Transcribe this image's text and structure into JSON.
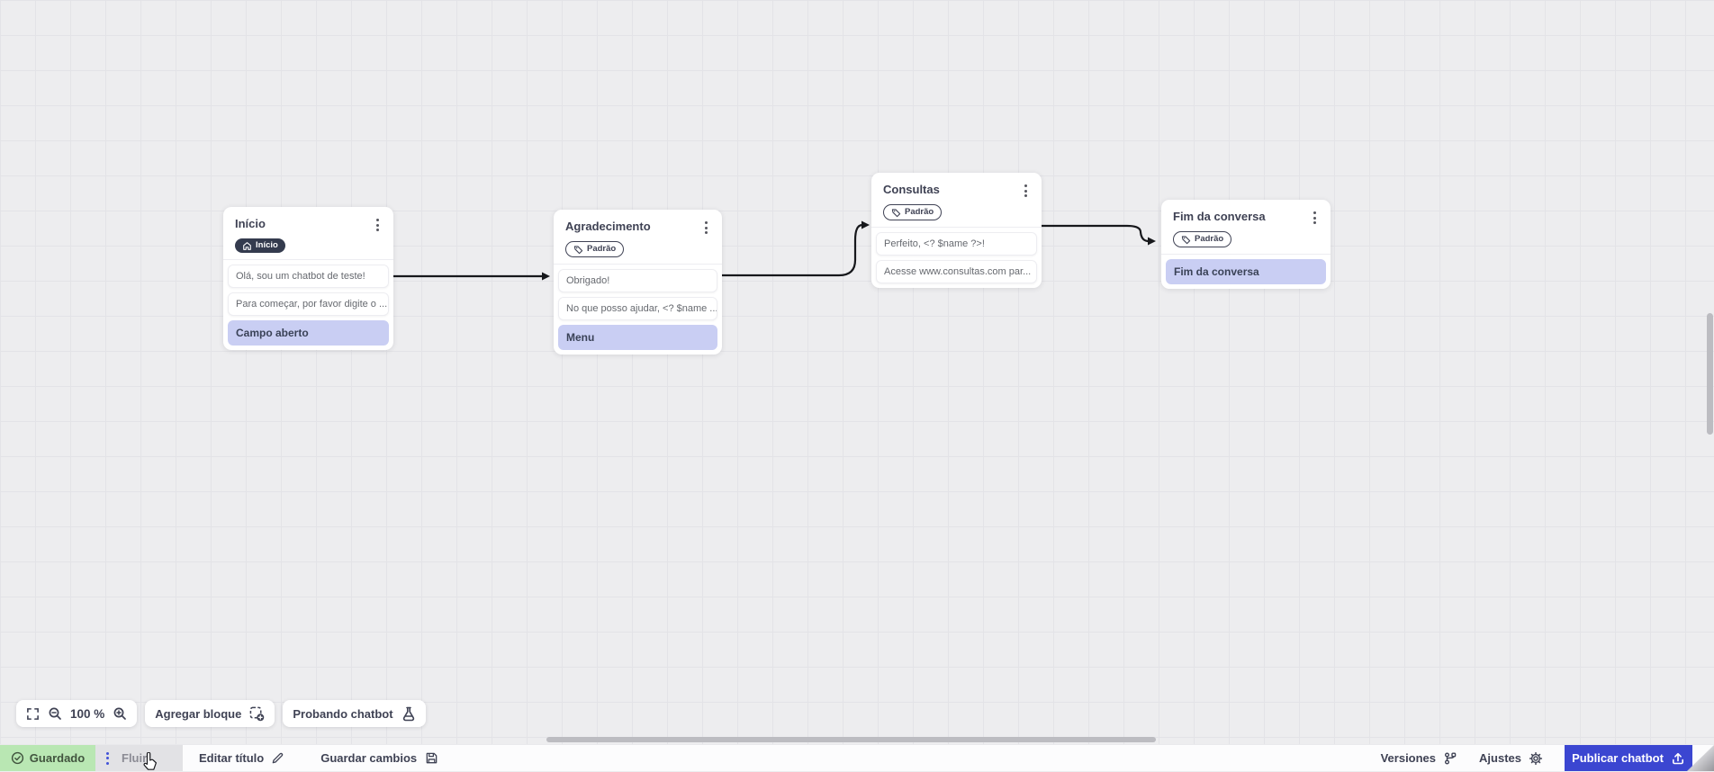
{
  "canvas": {
    "nodes": [
      {
        "title": "Início",
        "badge": {
          "label": "Início",
          "type": "start"
        },
        "rows": [
          {
            "text": "Olá, sou um chatbot de teste!",
            "kind": "message"
          },
          {
            "text": "Para começar, por favor digite o ...",
            "kind": "message"
          },
          {
            "text": "Campo aberto",
            "kind": "action"
          }
        ]
      },
      {
        "title": "Agradecimento",
        "badge": {
          "label": "Padrão",
          "type": "default"
        },
        "rows": [
          {
            "text": "Obrigado!",
            "kind": "message"
          },
          {
            "text": "No que posso ajudar, <? $name ...",
            "kind": "message"
          },
          {
            "text": "Menu",
            "kind": "action"
          }
        ]
      },
      {
        "title": "Consultas",
        "badge": {
          "label": "Padrão",
          "type": "default"
        },
        "rows": [
          {
            "text": "Perfeito, <? $name ?>!",
            "kind": "message"
          },
          {
            "text": "Acesse www.consultas.com par...",
            "kind": "message"
          }
        ]
      },
      {
        "title": "Fim da conversa",
        "badge": {
          "label": "Padrão",
          "type": "default"
        },
        "rows": [
          {
            "text": "Fim da conversa",
            "kind": "action"
          }
        ]
      }
    ],
    "edges": [
      {
        "from": "Início",
        "to": "Agradecimento"
      },
      {
        "from": "Agradecimento",
        "to": "Consultas"
      },
      {
        "from": "Consultas",
        "to": "Fim da conversa"
      }
    ]
  },
  "toolbar": {
    "zoom_level": "100 %",
    "add_block": "Agregar bloque",
    "test_chatbot": "Probando chatbot"
  },
  "statusbar": {
    "saved": "Guardado",
    "tab": "Fluir",
    "edit_title": "Editar título",
    "save_changes": "Guardar cambios",
    "versions": "Versiones",
    "settings": "Ajustes",
    "publish": "Publicar chatbot"
  },
  "colors": {
    "accent_blue": "#3b46d1",
    "row_highlight": "#c9cef3",
    "saved_green": "#b9e7b3",
    "badge_dark": "#343b4e",
    "arrow": "#17181c"
  }
}
